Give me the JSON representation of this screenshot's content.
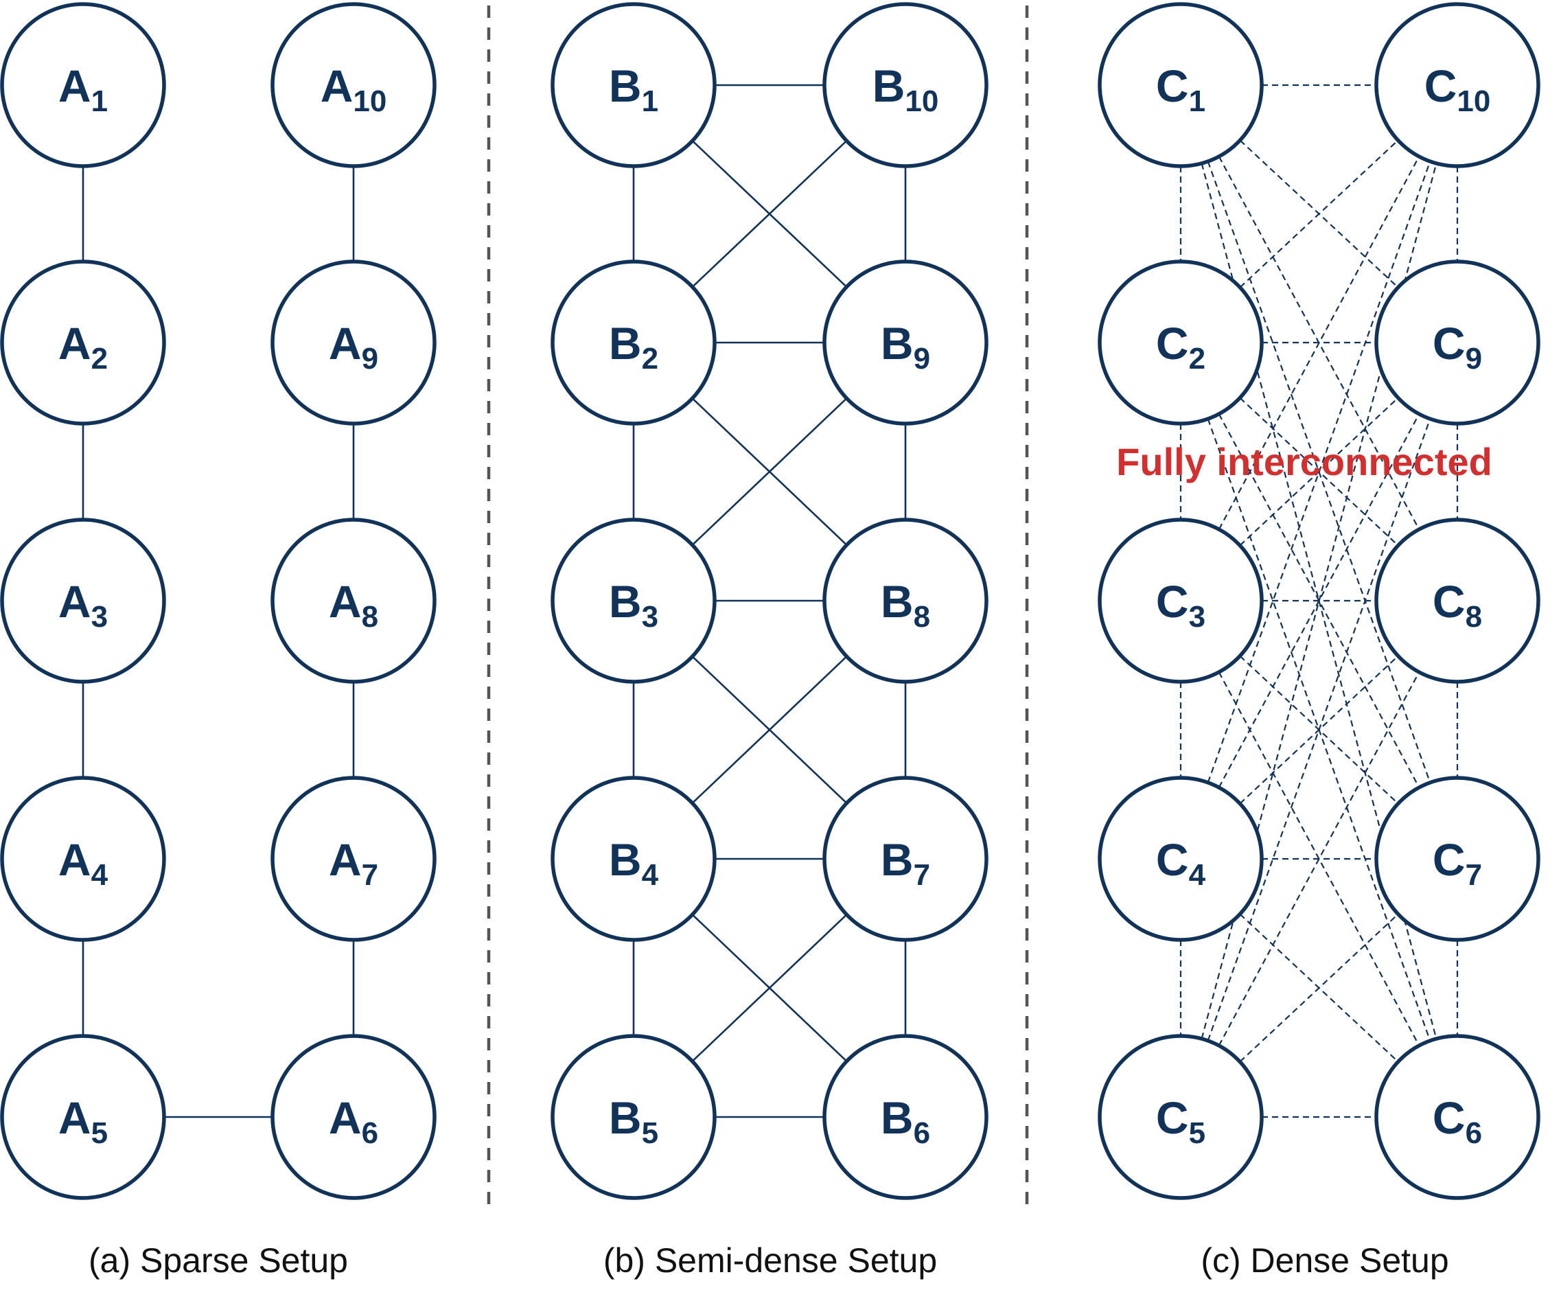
{
  "panels": [
    {
      "id": "a",
      "letter": "A",
      "style": "solid",
      "topology": "sparse",
      "caption": "(a) Sparse Setup",
      "left_column": [
        "1",
        "2",
        "3",
        "4",
        "5"
      ],
      "right_column": [
        "10",
        "9",
        "8",
        "7",
        "6"
      ]
    },
    {
      "id": "b",
      "letter": "B",
      "style": "solid",
      "topology": "semi-dense",
      "caption": "(b) Semi-dense Setup",
      "left_column": [
        "1",
        "2",
        "3",
        "4",
        "5"
      ],
      "right_column": [
        "10",
        "9",
        "8",
        "7",
        "6"
      ]
    },
    {
      "id": "c",
      "letter": "C",
      "style": "dashed",
      "topology": "dense",
      "caption": "(c) Dense Setup",
      "annotation": "Fully interconnected",
      "left_column": [
        "1",
        "2",
        "3",
        "4",
        "5"
      ],
      "right_column": [
        "10",
        "9",
        "8",
        "7",
        "6"
      ]
    }
  ],
  "colors": {
    "node_stroke": "#123359",
    "node_text": "#123359",
    "edge": "#123359",
    "separator": "#555555",
    "annotation": "#d32f2f"
  }
}
